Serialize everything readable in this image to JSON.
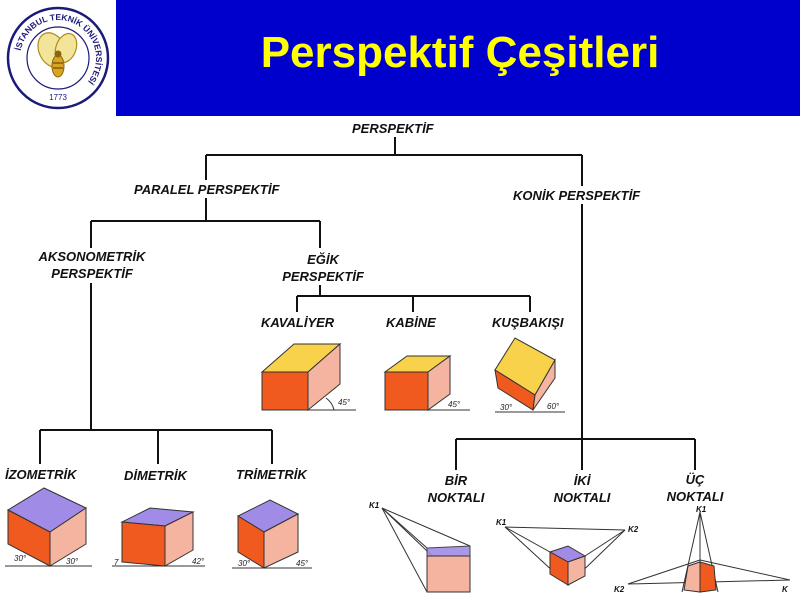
{
  "title": "Perspektif Çeşitleri",
  "logo": {
    "ring_text": "İSTANBUL TEKNİK ÜNİVERSİTESİ",
    "year": "1773"
  },
  "nodes": {
    "root": "PERSPEKTİF",
    "parallel": "PARALEL PERSPEKTİF",
    "conic": "KONİK PERSPEKTİF",
    "axono_1": "AKSONOMETRİK",
    "axono_2": "PERSPEKTİF",
    "oblique_1": "EĞİK",
    "oblique_2": "PERSPEKTİF",
    "cavalier": "KAVALİYER",
    "cabinet": "KABİNE",
    "birdseye": "KUŞBAKIŞI",
    "isometric": "İZOMETRİK",
    "dimetric": "DİMETRİK",
    "trimetric": "TRİMETRİK",
    "one_point_1": "BİR",
    "one_point_2": "NOKTALI",
    "two_point_1": "İKİ",
    "two_point_2": "NOKTALI",
    "three_point_1": "ÜÇ",
    "three_point_2": "NOKTALI"
  },
  "figure_labels": {
    "angle_45": "45°",
    "angle_30": "30°",
    "angle_60": "60°",
    "angle_42": "42°",
    "angle_7": "7",
    "angle_45_b": "45°",
    "angle_30_b": "30°",
    "k1": "K1",
    "k2": "K2",
    "k": "K"
  },
  "colors": {
    "header_bg": "#0000cc",
    "title": "#ffff00",
    "cube_front": "#f05a1e",
    "cube_side": "#f4b4a0",
    "cube_top_warm": "#f8d24a",
    "cube_top_cool": "#a08ce6"
  }
}
